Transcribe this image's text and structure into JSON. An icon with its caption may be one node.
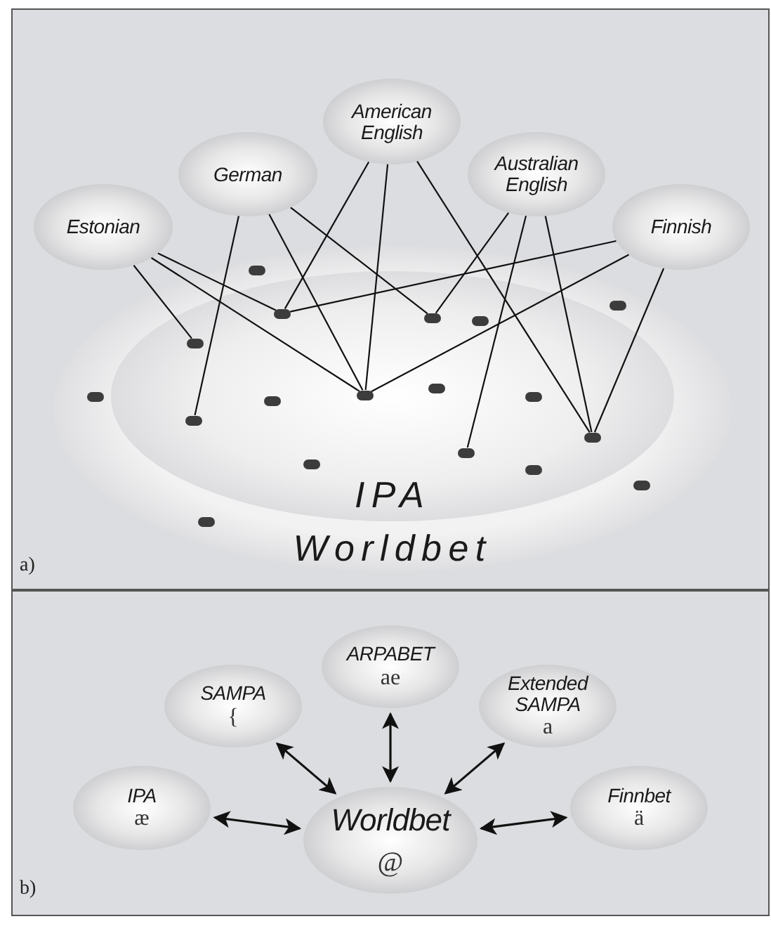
{
  "diagram": {
    "nodes": [
      {
        "text": [
          "Estonian"
        ]
      },
      {
        "text": [
          "German"
        ]
      },
      {
        "text": [
          "American English"
        ]
      },
      {
        "text": [
          "Australian English"
        ]
      },
      {
        "text": [
          "Finnish"
        ]
      },
      {
        "text": [
          "Worldbet"
        ]
      },
      {
        "text": [
          "IPA"
        ],
        "in": 5
      },
      {
        "text": [],
        "shape": "circle",
        "in": 5
      },
      {
        "text": [],
        "shape": "circle",
        "in": 6
      },
      {
        "text": [],
        "shape": "circle",
        "in": 6
      },
      {
        "text": [],
        "shape": "circle",
        "in": 6
      },
      {
        "text": [],
        "shape": "circle",
        "in": 6
      },
      {
        "text": [],
        "shape": "circle",
        "in": 6
      },
      {
        "text": [],
        "shape": "circle",
        "in": 6
      },
      {
        "text": [],
        "shape": "circle",
        "in": 6
      },
      {
        "text": [],
        "shape": "circle",
        "in": 5
      },
      {
        "text": [],
        "shape": "circle",
        "in": 6
      },
      {
        "text": [],
        "shape": "circle",
        "in": 6
      },
      {
        "text": [],
        "shape": "circle",
        "in": 6
      },
      {
        "text": [],
        "shape": "circle",
        "in": 6
      },
      {
        "text": [],
        "shape": "circle",
        "in": 6
      },
      {
        "text": [],
        "shape": "circle",
        "in": 6
      },
      {
        "text": [],
        "shape": "circle",
        "in": 6
      },
      {
        "text": [],
        "shape": "circle",
        "in": 6
      },
      {
        "text": [],
        "shape": "circle",
        "in": 5
      },
      {
        "text": [
          "ARPABET",
          "ae"
        ]
      },
      {
        "text": [
          "SAMPA",
          "{"
        ]
      },
      {
        "text": [
          "Extended SAMPA",
          "a"
        ]
      },
      {
        "text": [
          "IPA",
          "æ"
        ]
      },
      {
        "text": [
          "Worldbet",
          "@"
        ]
      },
      {
        "text": [
          "Finnbet",
          "ä"
        ]
      }
    ],
    "edges": [
      {
        "from": 0,
        "to": 12,
        "arrow": "none"
      },
      {
        "from": 0,
        "to": 9,
        "arrow": "none"
      },
      {
        "from": 0,
        "to": 14,
        "arrow": "none"
      },
      {
        "from": 1,
        "to": 18,
        "arrow": "none"
      },
      {
        "from": 1,
        "to": 14,
        "arrow": "none"
      },
      {
        "from": 1,
        "to": 10,
        "arrow": "none"
      },
      {
        "from": 2,
        "to": 9,
        "arrow": "none"
      },
      {
        "from": 2,
        "to": 14,
        "arrow": "none"
      },
      {
        "from": 2,
        "to": 19,
        "arrow": "none"
      },
      {
        "from": 3,
        "to": 10,
        "arrow": "none"
      },
      {
        "from": 3,
        "to": 20,
        "arrow": "none"
      },
      {
        "from": 3,
        "to": 19,
        "arrow": "none"
      },
      {
        "from": 4,
        "to": 9,
        "arrow": "none"
      },
      {
        "from": 4,
        "to": 14,
        "arrow": "none"
      },
      {
        "from": 4,
        "to": 19,
        "arrow": "none"
      },
      {
        "from": 29,
        "to": 25,
        "arrow": "both"
      },
      {
        "from": 29,
        "to": 26,
        "arrow": "both"
      },
      {
        "from": 29,
        "to": 27,
        "arrow": "both"
      },
      {
        "from": 29,
        "to": 28,
        "arrow": "both"
      },
      {
        "from": 29,
        "to": 30,
        "arrow": "both"
      }
    ],
    "labels": [
      "a)",
      "b)"
    ]
  }
}
